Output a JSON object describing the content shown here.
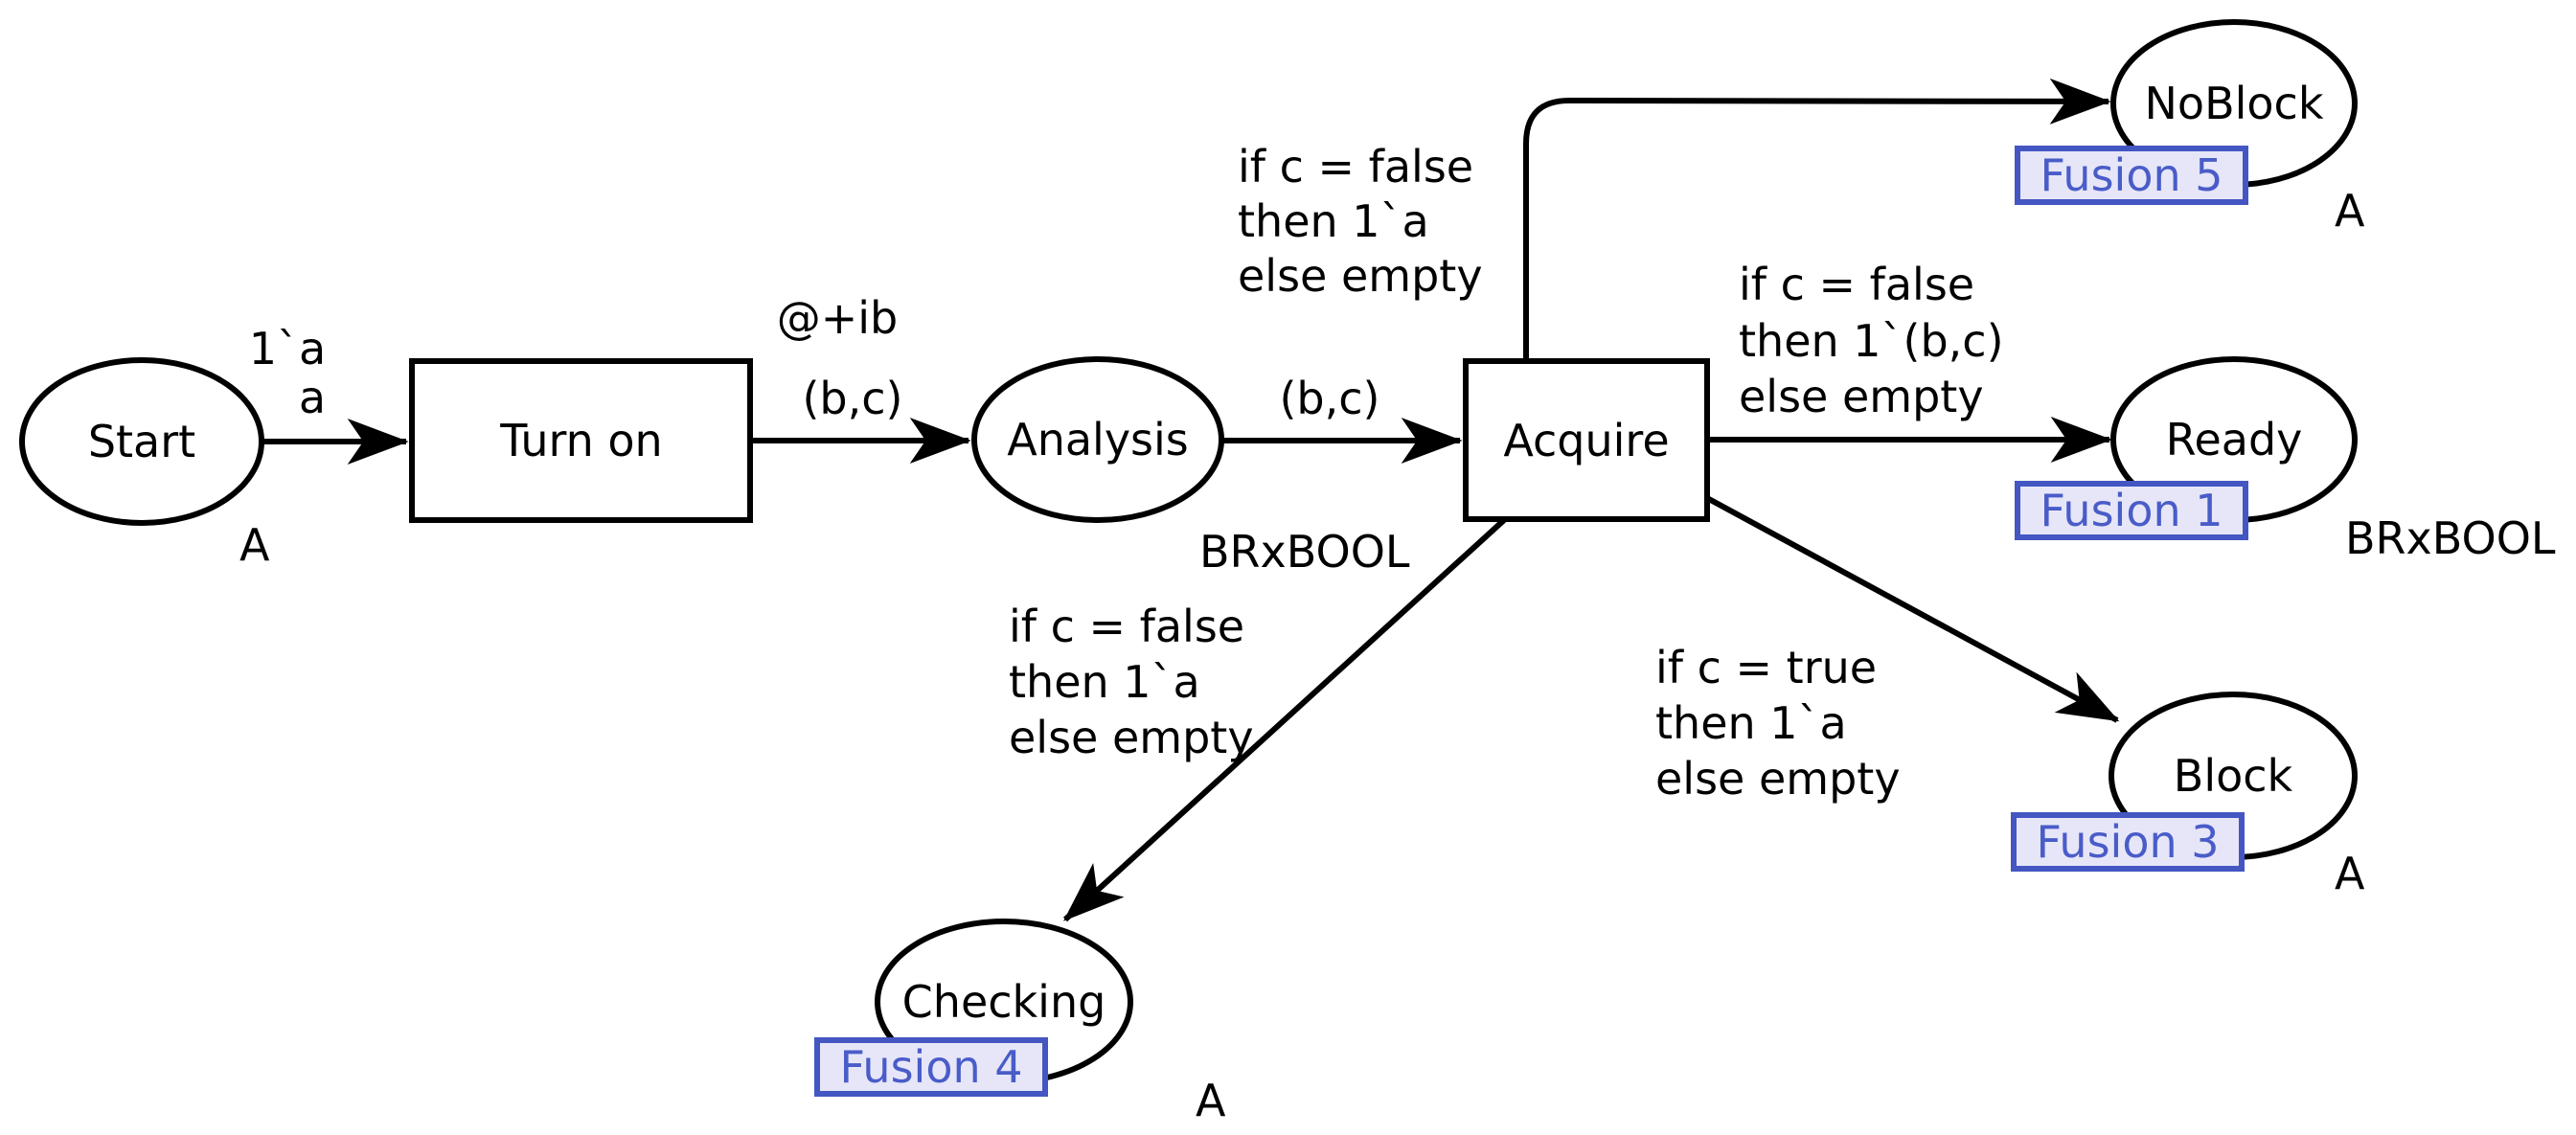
{
  "colors": {
    "background": "#ffffff",
    "stroke": "#000000",
    "fusion_border": "#4456c2",
    "fusion_fill": "#e6e6f8",
    "fusion_text": "#4a5cc8"
  },
  "places": {
    "start": {
      "name": "Start",
      "colorset": "A"
    },
    "analysis": {
      "name": "Analysis",
      "colorset": "BRxBOOL"
    },
    "noblock": {
      "name": "NoBlock",
      "colorset": "A",
      "fusion": "Fusion 5"
    },
    "ready": {
      "name": "Ready",
      "colorset": "BRxBOOL",
      "fusion": "Fusion 1"
    },
    "block": {
      "name": "Block",
      "colorset": "A",
      "fusion": "Fusion 3"
    },
    "checking": {
      "name": "Checking",
      "colorset": "A",
      "fusion": "Fusion 4"
    }
  },
  "transitions": {
    "turn_on": {
      "name": "Turn on"
    },
    "acquire": {
      "name": "Acquire"
    }
  },
  "arcs": {
    "start_to_turnon": {
      "line1": "1`a",
      "line2": "a"
    },
    "turnon_to_analysis": {
      "time": "@+ib",
      "inscription": "(b,c)"
    },
    "analysis_to_acquire": {
      "inscription": "(b,c)"
    },
    "acquire_to_noblock": {
      "line1": "if c = false",
      "line2": "then 1`a",
      "line3": "else empty"
    },
    "acquire_to_ready": {
      "line1": "if c = false",
      "line2": "then 1`(b,c)",
      "line3": "else empty"
    },
    "acquire_to_block": {
      "line1": "if c = true",
      "line2": "then 1`a",
      "line3": "else empty"
    },
    "acquire_to_checking": {
      "line1": "if c = false",
      "line2": "then 1`a",
      "line3": "else empty"
    }
  }
}
